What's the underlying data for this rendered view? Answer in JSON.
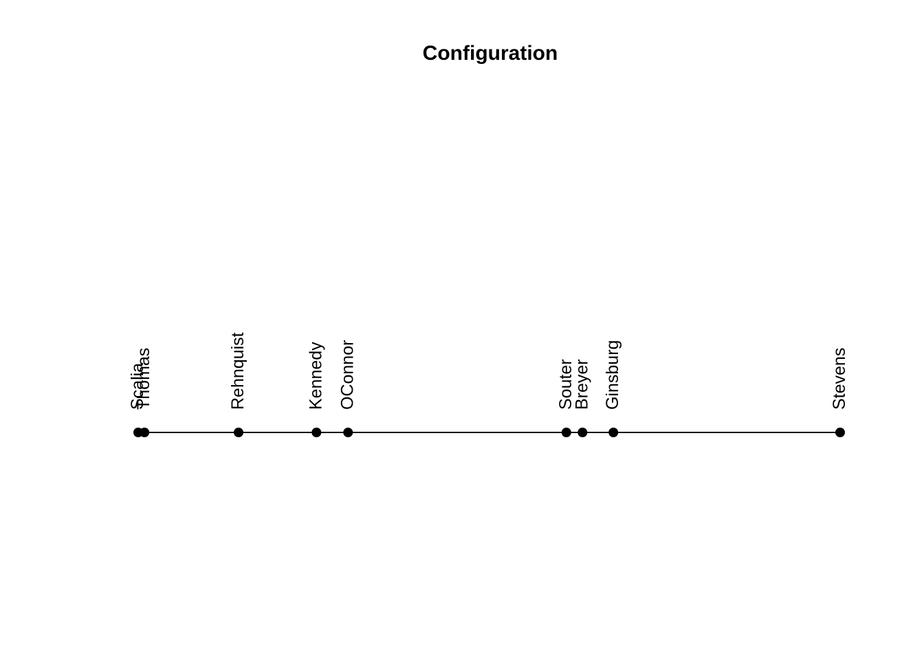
{
  "chart_data": {
    "type": "scatter",
    "title": "Configuration",
    "xlabel": "",
    "ylabel": "",
    "axes_visible": false,
    "grid": false,
    "xlim": [
      0,
      1
    ],
    "marker": "filled-circle",
    "colors": {
      "background": "#ffffff",
      "line": "#000000",
      "marker": "#000000",
      "text": "#000000"
    },
    "label_rotation_deg": 90,
    "points": [
      {
        "label": "Scalia",
        "x": 0.0
      },
      {
        "label": "Thomas",
        "x": 0.009
      },
      {
        "label": "Rehnquist",
        "x": 0.143
      },
      {
        "label": "Kennedy",
        "x": 0.254
      },
      {
        "label": "OConnor",
        "x": 0.299
      },
      {
        "label": "Souter",
        "x": 0.61
      },
      {
        "label": "Breyer",
        "x": 0.633
      },
      {
        "label": "Ginsburg",
        "x": 0.677
      },
      {
        "label": "Stevens",
        "x": 1.0
      }
    ]
  }
}
